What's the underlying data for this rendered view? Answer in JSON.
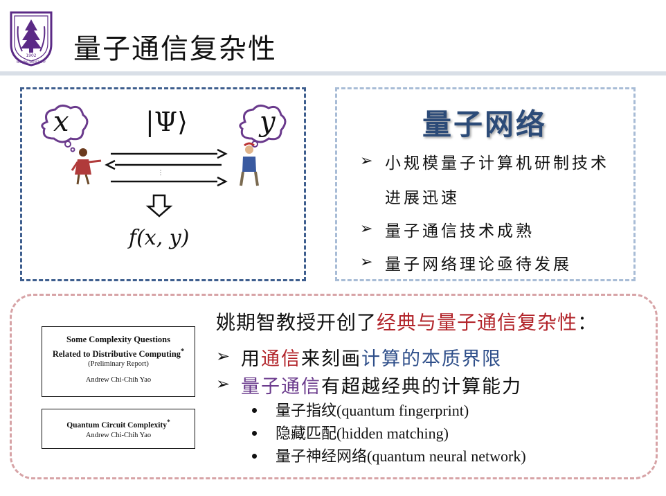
{
  "header": {
    "title": "量子通信复杂性",
    "logo": {
      "icon": "nanjing-university-seal-icon",
      "text": "NANJING UNIVERSITY",
      "year": "1902",
      "color": "#5b2a86"
    }
  },
  "communication_panel": {
    "alice_thought": "x",
    "bob_thought": "y",
    "quantum_state": "|Ψ⟩",
    "ellipsis": "⋮",
    "result": "f(x, y)",
    "border_color": "#3e5e8e"
  },
  "network_panel": {
    "title": "量子网络",
    "bullets": [
      "小规模量子计算机研制技术",
      "进展迅速",
      "量子通信技术成熟",
      "量子网络理论亟待发展"
    ],
    "border_color": "#a8bcd6"
  },
  "yao_panel": {
    "heading_plain": "姚期智教授开创了",
    "heading_highlight": "经典与量子通信复杂性",
    "heading_colon": "：",
    "row1": {
      "a": "用",
      "b": "通信",
      "c": "来刻画",
      "d": "计算的本质界限"
    },
    "row2": {
      "a": "量子通信",
      "b": "有超越经典的计算能力"
    },
    "sub_items": [
      "量子指纹(quantum fingerprint)",
      "隐藏匹配(hidden matching)",
      "量子神经网络(quantum neural network)"
    ],
    "paper1": {
      "title_line1": "Some Complexity Questions",
      "title_line2": "Related to Distributive Computing",
      "title_mark": "*",
      "subtitle": "(Preliminary Report)",
      "author": "Andrew Chi-Chih Yao"
    },
    "paper2": {
      "title": "Quantum Circuit Complexity",
      "title_mark": "*",
      "author": "Andrew Chi-Chih Yao"
    },
    "border_color": "#d7a3a6",
    "highlight_red": "#b2242a",
    "highlight_purple": "#6a3a8c",
    "highlight_blue": "#2f4f8a"
  }
}
